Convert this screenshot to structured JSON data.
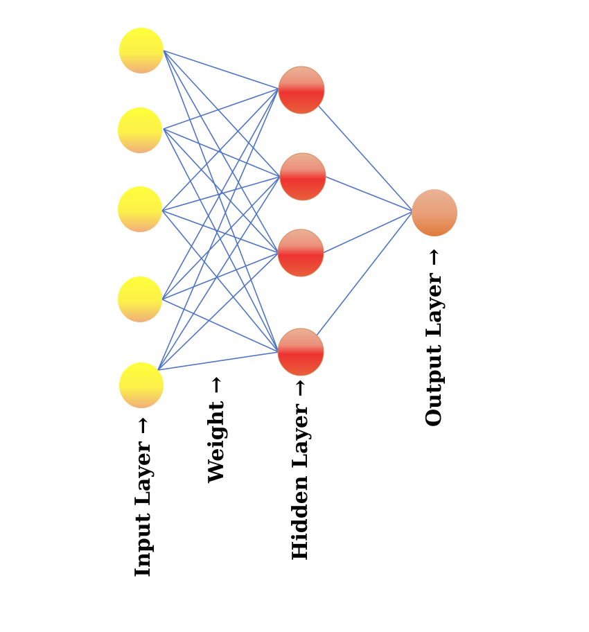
{
  "labels": {
    "input": "Input Layer →",
    "weight": "Weight →",
    "hidden": "Hidden Layer →",
    "output": "Output Layer →"
  },
  "network": {
    "layers": [
      {
        "name": "input",
        "neurons": 5
      },
      {
        "name": "hidden",
        "neurons": 4
      },
      {
        "name": "output",
        "neurons": 1
      }
    ],
    "connection": "fully-connected"
  },
  "colors": {
    "edge": "#4f74c4",
    "input_top": "#ffff3a",
    "input_bottom": "#f0ae7c",
    "hidden_top": "#e9b396",
    "hidden_mid": "#ee3330",
    "hidden_bottom": "#e85f3c",
    "output_top": "#e9b396",
    "output_bottom": "#e07b3b",
    "hidden_stroke": "#d48a5c"
  }
}
